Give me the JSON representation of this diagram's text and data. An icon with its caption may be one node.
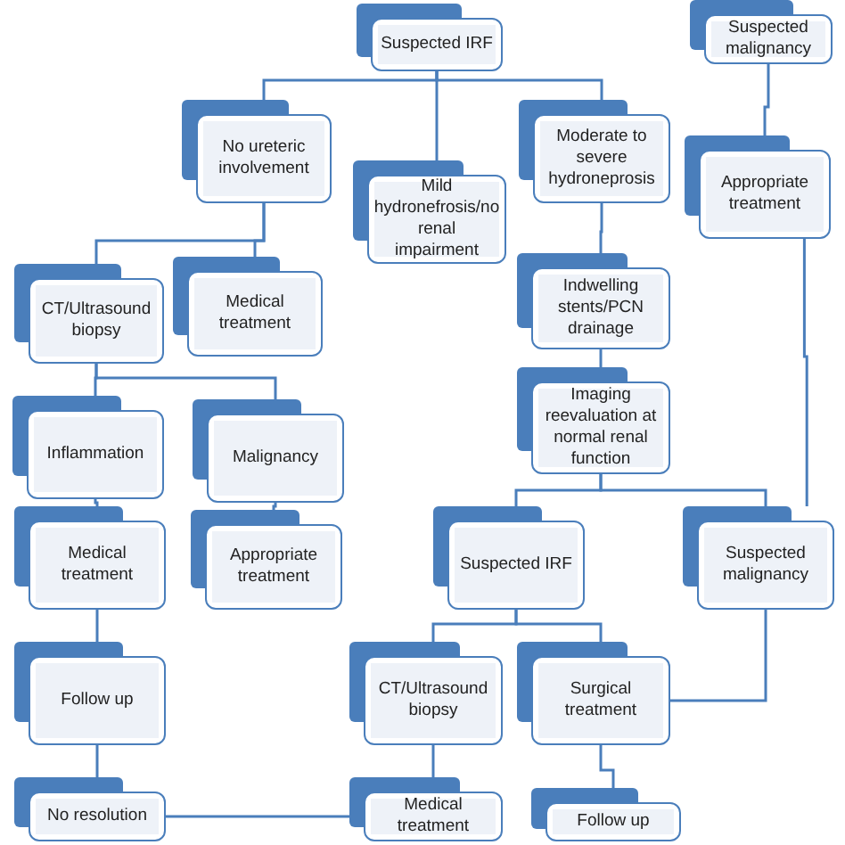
{
  "diagram": {
    "nodes": [
      {
        "text": [
          "Suspected IRF"
        ]
      },
      {
        "text": [
          "Suspected malignancy"
        ]
      },
      {
        "text": [
          "No ureteric involvement"
        ]
      },
      {
        "text": [
          "Mild hydronefrosis/no renal impairment"
        ]
      },
      {
        "text": [
          "Moderate to severe hydroneprosis"
        ]
      },
      {
        "text": [
          "Appropriate treatment"
        ]
      },
      {
        "text": [
          "CT/Ultrasound biopsy"
        ]
      },
      {
        "text": [
          "Medical treatment"
        ]
      },
      {
        "text": [
          "Indwelling stents/PCN drainage"
        ]
      },
      {
        "text": [
          "Imaging reevaluation at normal renal function"
        ]
      },
      {
        "text": [
          "Inflammation"
        ]
      },
      {
        "text": [
          "Malignancy"
        ]
      },
      {
        "text": [
          "Medical treatment"
        ]
      },
      {
        "text": [
          "Appropriate treatment"
        ]
      },
      {
        "text": [
          "Suspected IRF"
        ]
      },
      {
        "text": [
          "Suspected malignancy"
        ]
      },
      {
        "text": [
          "Follow up"
        ]
      },
      {
        "text": [
          "CT/Ultrasound biopsy"
        ]
      },
      {
        "text": [
          "Surgical treatment"
        ]
      },
      {
        "text": [
          "No resolution"
        ]
      },
      {
        "text": [
          "Medical treatment"
        ]
      },
      {
        "text": [
          "Follow up"
        ]
      }
    ],
    "edges": [
      {
        "from": 0,
        "to": 2,
        "arrow": "none"
      },
      {
        "from": 0,
        "to": 3,
        "arrow": "none"
      },
      {
        "from": 0,
        "to": 4,
        "arrow": "none"
      },
      {
        "from": 1,
        "to": 5,
        "arrow": "none"
      },
      {
        "from": 2,
        "to": 6,
        "arrow": "none"
      },
      {
        "from": 2,
        "to": 7,
        "arrow": "none"
      },
      {
        "from": 4,
        "to": 8,
        "arrow": "none"
      },
      {
        "from": 8,
        "to": 9,
        "arrow": "none"
      },
      {
        "from": 6,
        "to": 10,
        "arrow": "none"
      },
      {
        "from": 6,
        "to": 11,
        "arrow": "none"
      },
      {
        "from": 9,
        "to": 14,
        "arrow": "none"
      },
      {
        "from": 9,
        "to": 15,
        "arrow": "none"
      },
      {
        "from": 5,
        "to": 15,
        "arrow": "none"
      },
      {
        "from": 10,
        "to": 12,
        "arrow": "none"
      },
      {
        "from": 11,
        "to": 13,
        "arrow": "none"
      },
      {
        "from": 12,
        "to": 16,
        "arrow": "none"
      },
      {
        "from": 16,
        "to": 19,
        "arrow": "none"
      },
      {
        "from": 14,
        "to": 17,
        "arrow": "none"
      },
      {
        "from": 14,
        "to": 18,
        "arrow": "none"
      },
      {
        "from": 17,
        "to": 20,
        "arrow": "none"
      },
      {
        "from": 18,
        "to": 21,
        "arrow": "none"
      },
      {
        "from": 19,
        "to": 20,
        "arrow": "none"
      },
      {
        "from": 15,
        "to": 18,
        "arrow": "none"
      }
    ]
  }
}
